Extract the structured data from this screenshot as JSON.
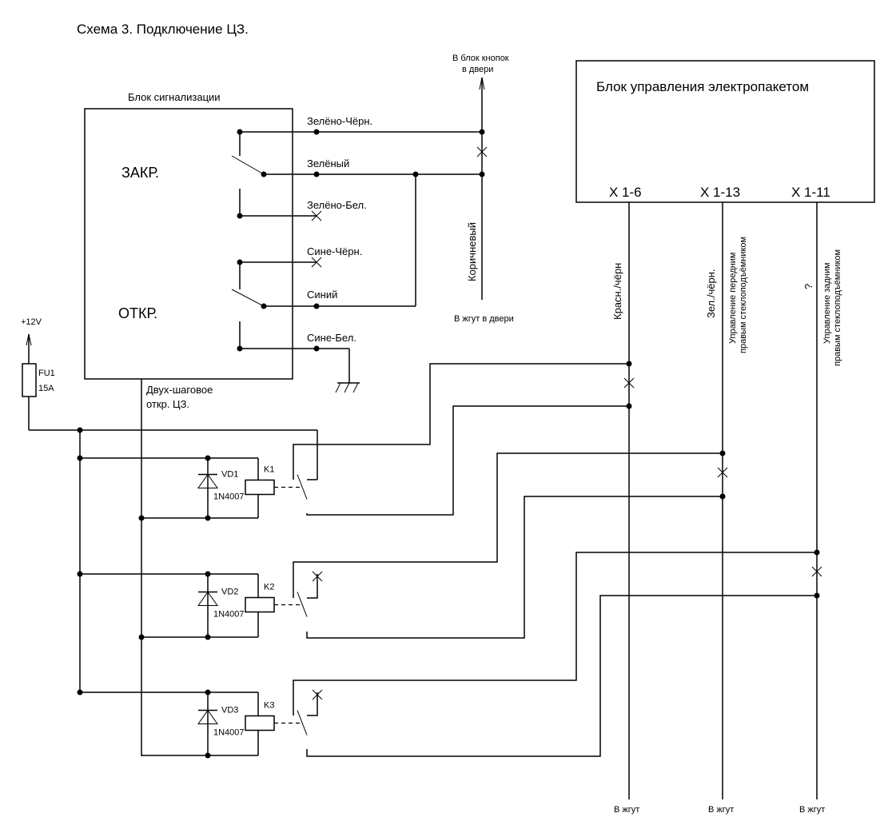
{
  "title": "Схема 3. Подключение ЦЗ.",
  "alarm_block": {
    "label": "Блок сигнализации",
    "lock_label": "ЗАКР.",
    "unlock_label": "ОТКР.",
    "footnote_line1": "Двух-шаговое",
    "footnote_line2": "откр. ЦЗ.",
    "wires": [
      {
        "label": "Зелёно-Чёрн.",
        "termination": "connected"
      },
      {
        "label": "Зелёный",
        "termination": "connected"
      },
      {
        "label": "Зелёно-Бел.",
        "termination": "cut"
      },
      {
        "label": "Сине-Чёрн.",
        "termination": "cut"
      },
      {
        "label": "Синий",
        "termination": "connected"
      },
      {
        "label": "Сине-Бел.",
        "termination": "ground"
      }
    ]
  },
  "door_buttons": {
    "top_line1": "В блок кнопок",
    "top_line2": "в двери",
    "wire_label": "Коричневый",
    "bottom_label": "В жгут в двери"
  },
  "ecu": {
    "label": "Блок управления электропакетом",
    "ports": [
      {
        "id": "X 1-6",
        "wire_label": "Красн./чёрн",
        "note": "",
        "to_label": "В жгут"
      },
      {
        "id": "X 1-13",
        "wire_label": "Зел./чёрн.",
        "note_line1": "Управление передним",
        "note_line2": "правым стеклоподъёмником",
        "to_label": "В жгут"
      },
      {
        "id": "X 1-11",
        "wire_label": "?",
        "note_line1": "Управление задним",
        "note_line2": "правым стеклоподъёмником",
        "to_label": "В жгут"
      }
    ]
  },
  "power": {
    "supply_label": "+12V",
    "fuse_id": "FU1",
    "fuse_rating": "15A"
  },
  "relays": [
    {
      "id": "K1",
      "diode_id": "VD1",
      "diode_type": "1N4007"
    },
    {
      "id": "K2",
      "diode_id": "VD2",
      "diode_type": "1N4007"
    },
    {
      "id": "K3",
      "diode_id": "VD3",
      "diode_type": "1N4007"
    }
  ]
}
